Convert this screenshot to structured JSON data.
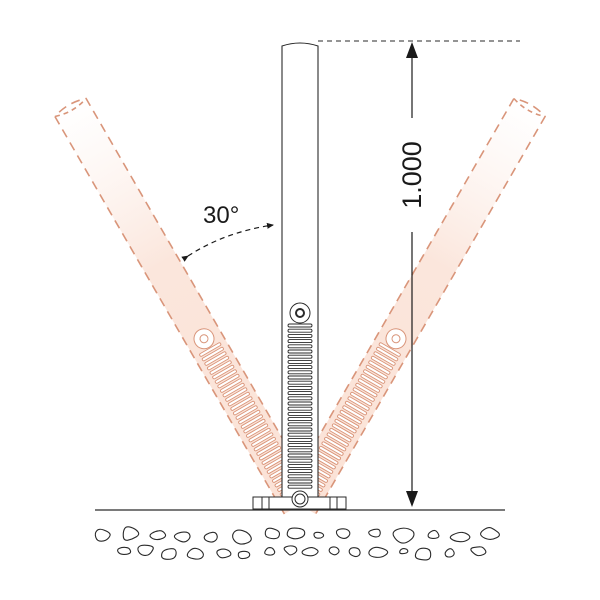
{
  "labels": {
    "angle": "30°",
    "height": "1.000"
  },
  "colors": {
    "line": "#2a2a2a",
    "ghost_outline": "#d9957a",
    "ghost_fill": "#fdeee6"
  },
  "icons": {
    "post": "bollard-post",
    "spring": "coil-spring",
    "ground": "gravel"
  }
}
